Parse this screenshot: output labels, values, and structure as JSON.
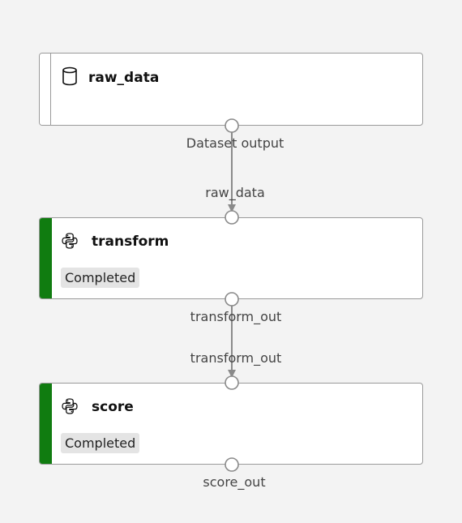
{
  "nodes": [
    {
      "title": "raw_data",
      "kind": "dataset",
      "icon": "dataset-cylinder-icon",
      "output_port_label": "Dataset output"
    },
    {
      "title": "transform",
      "kind": "component",
      "icon": "python-icon",
      "status": "Completed",
      "input_port_label": "raw_data",
      "output_port_label": "transform_out"
    },
    {
      "title": "score",
      "kind": "component",
      "icon": "python-icon",
      "status": "Completed",
      "input_port_label": "transform_out",
      "output_port_label": "score_out"
    }
  ],
  "colors": {
    "background": "#f3f3f3",
    "completed_stripe": "#107c10",
    "edge": "#8a8a8a",
    "border": "#9a9a9a"
  }
}
